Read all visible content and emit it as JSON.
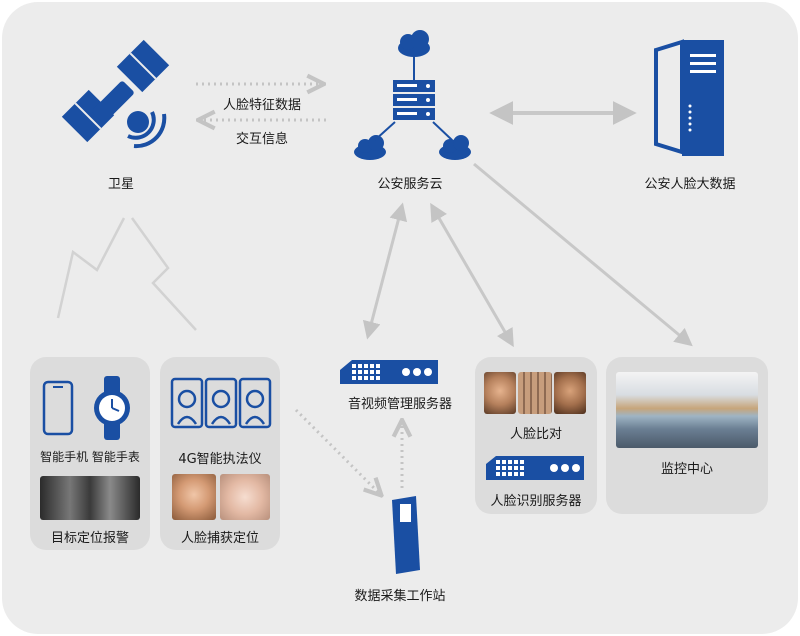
{
  "labels": {
    "satellite": "卫星",
    "police_cloud": "公安服务云",
    "face_bigdata": "公安人脸大数据",
    "face_feature_data": "人脸特征数据",
    "interaction_info": "交互信息",
    "smartphone_watch": "智能手机 智能手表",
    "target_location_alarm": "目标定位报警",
    "law_enforcement_4g": "4G智能执法仪",
    "face_capture_location": "人脸捕获定位",
    "av_server": "音视频管理服务器",
    "data_workstation": "数据采集工作站",
    "face_compare": "人脸比对",
    "face_recognition_server": "人脸识别服务器",
    "monitoring_center": "监控中心"
  },
  "colors": {
    "brand_blue": "#1a4fa3",
    "panel_gray": "#dcdcdc",
    "background_gray": "#ececec",
    "arrow_gray": "#c9c9c9"
  },
  "icons": [
    "satellite-icon",
    "cloud-server-icon",
    "server-tower-icon",
    "smartphone-icon",
    "smartwatch-icon",
    "body-camera-icon",
    "rack-server-icon",
    "kiosk-icon"
  ]
}
